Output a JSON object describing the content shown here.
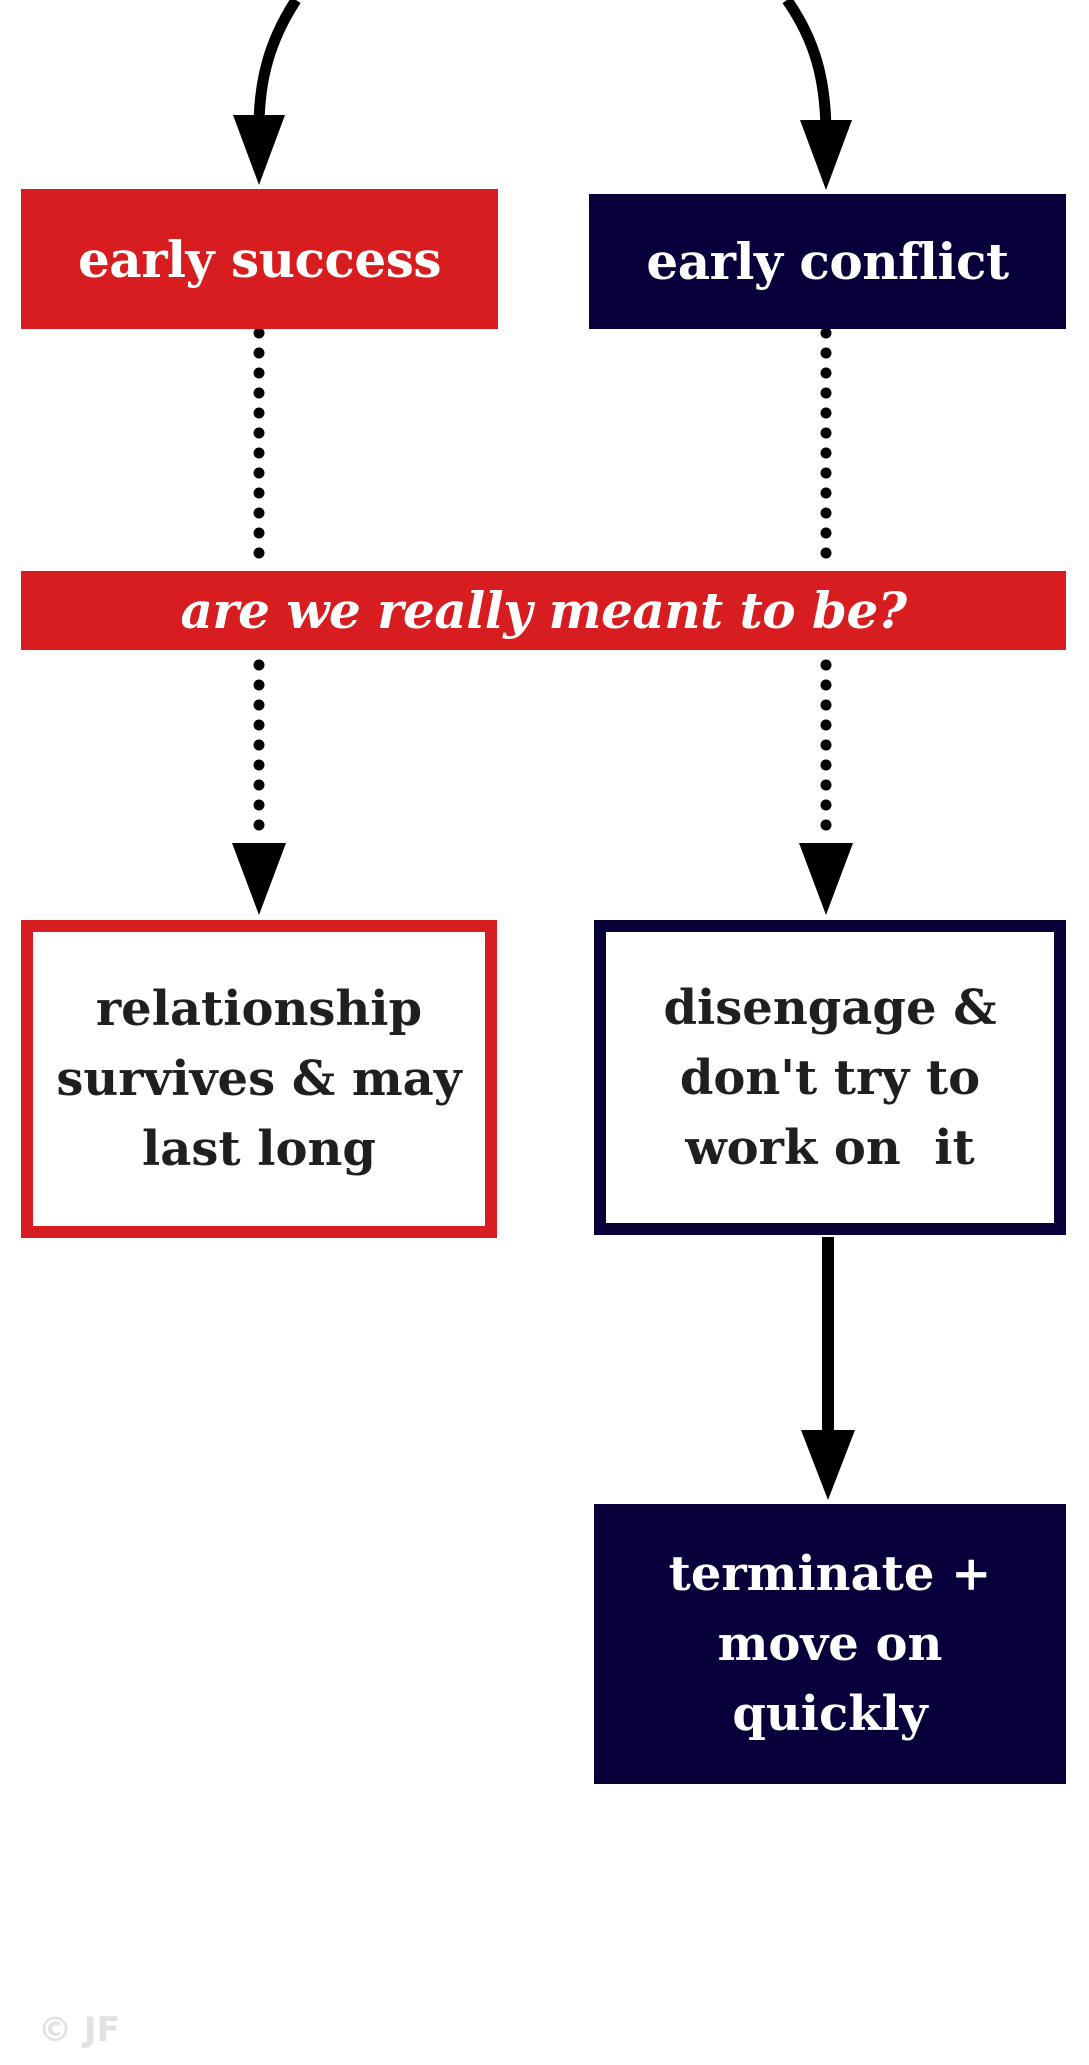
{
  "nodes": {
    "early_success": "early success",
    "early_conflict": "early conflict",
    "question": "are we really meant to be?",
    "survives": [
      "relationship",
      "survives & may",
      "last long"
    ],
    "disengage": [
      "disengage &",
      "don't try to",
      "work on  it"
    ],
    "terminate": [
      "terminate +",
      "move on",
      "quickly"
    ]
  },
  "colors": {
    "red": "#d71d1f",
    "navy": "#07003a",
    "text_dark": "#1f1f1f",
    "watermark": "#e2e2e2"
  },
  "watermark": "© JF"
}
